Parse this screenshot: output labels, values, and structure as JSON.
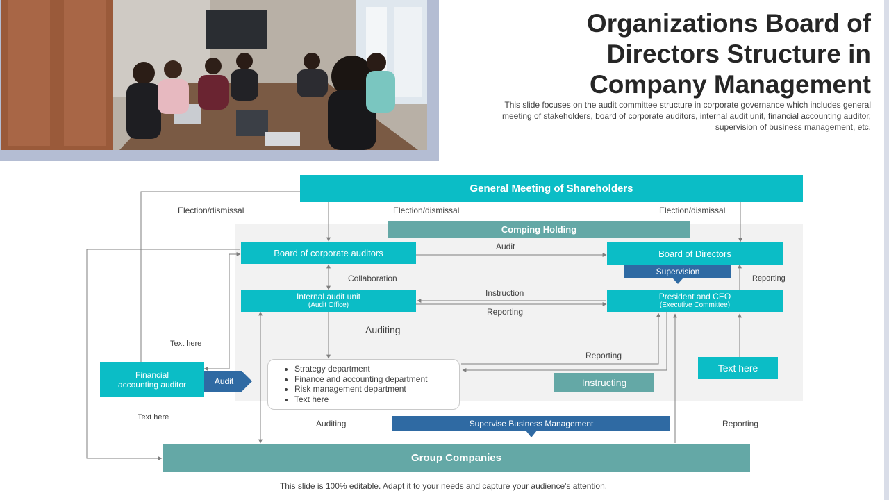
{
  "header": {
    "title_line1": "Organizations Board of",
    "title_line2": "Directors Structure in",
    "title_line3": "Company Management",
    "description_line1": "This slide focuses on the audit committee structure in corporate governance which includes general",
    "description_line2": "meeting of stakeholders, board of corporate auditors, internal audit unit, financial accounting auditor,",
    "description_line3": "supervision of business management, etc."
  },
  "diagram": {
    "general_meeting": "General Meeting of Shareholders",
    "comping_holding": "Comping Holding",
    "board_auditors": "Board of corporate auditors",
    "board_directors": "Board of Directors",
    "supervision": "Supervision",
    "internal_audit": "Internal audit unit",
    "internal_audit_sub": "(Audit Office)",
    "president": "President and CEO",
    "president_sub": "(Executive Committee)",
    "financial_auditor_line1": "Financial",
    "financial_auditor_line2": "accounting auditor",
    "audit_tag": "Audit",
    "instructing": "Instructing",
    "text_here_box": "Text here",
    "supervise": "Supervise  Business Management",
    "group_companies": "Group Companies",
    "departments": [
      "Strategy department",
      "Finance and accounting department",
      "Risk management department",
      "Text here"
    ],
    "labels": {
      "election_left": "Election/dismissal",
      "election_mid": "Election/dismissal",
      "election_right": "Election/dismissal",
      "audit": "Audit",
      "collaboration": "Collaboration",
      "instruction": "Instruction",
      "reporting_mid": "Reporting",
      "reporting_right": "Reporting",
      "auditing_mid": "Auditing",
      "reporting_lower": "Reporting",
      "text_here_left": "Text here",
      "text_here_bottom": "Text here",
      "auditing_bottom": "Auditing",
      "reporting_bottom": "Reporting"
    },
    "colors": {
      "teal": "#0bbdc6",
      "sage": "#64a8a6",
      "navy": "#2f6aa3"
    }
  },
  "footer": {
    "text": "This slide is 100% editable. Adapt it to your needs and capture your audience's attention."
  }
}
